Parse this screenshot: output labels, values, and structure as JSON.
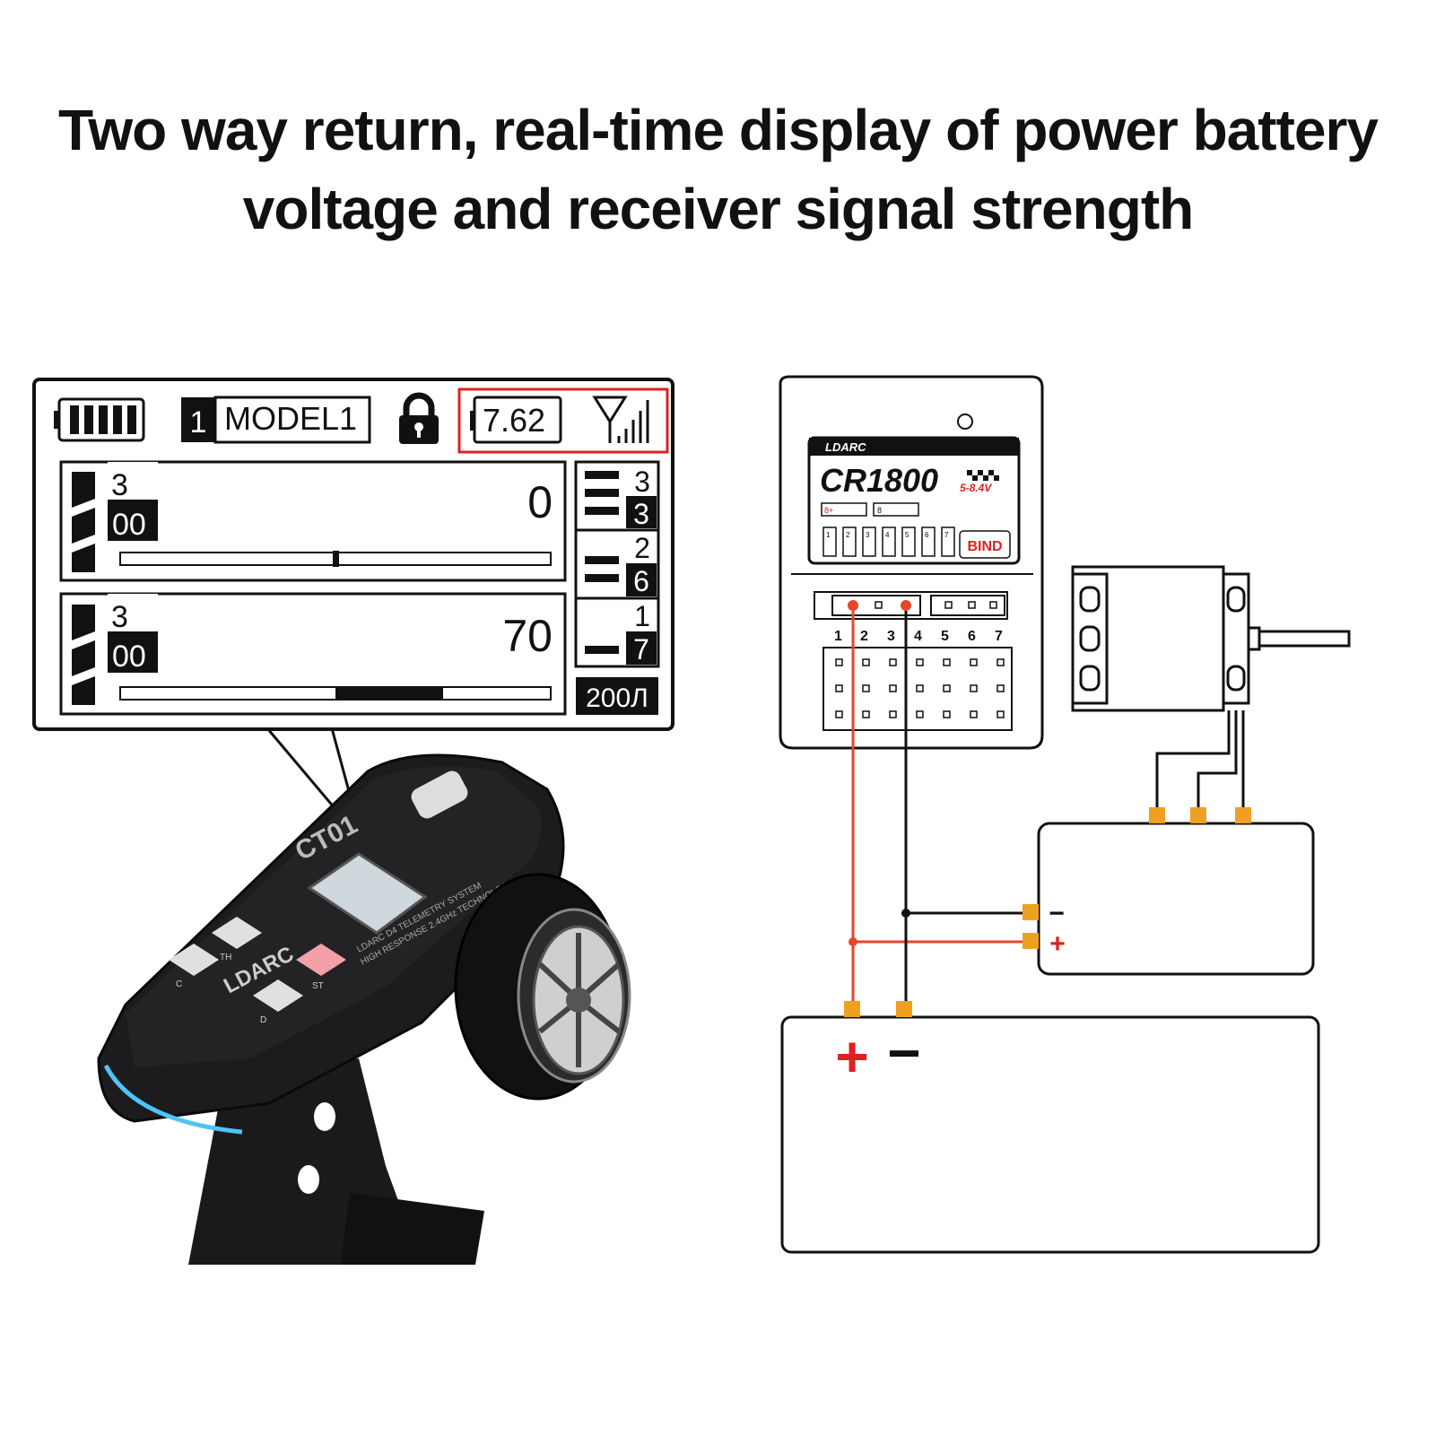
{
  "headline": {
    "line1": "Two way return, real-time display of power battery",
    "line2": "voltage and receiver signal strength"
  },
  "screen": {
    "model_number": "1",
    "model_name": "MODEL1",
    "voltage": "7.62",
    "channel1": {
      "label_top": "3",
      "label_bottom": "00",
      "value": "0",
      "trim_fraction": 0.5
    },
    "channel2": {
      "label_top": "3",
      "label_bottom": "00",
      "value": "70",
      "fill_fraction": 0.25
    },
    "side_stack": [
      {
        "top": "3",
        "bottom": "3"
      },
      {
        "top": "2",
        "bottom": "6"
      },
      {
        "top": "1",
        "bottom": "7"
      }
    ],
    "side_footer": "200Л"
  },
  "transmitter": {
    "model": "CT01",
    "brand": "LDARC",
    "button_th": "TH",
    "button_c": "C",
    "button_st": "ST",
    "button_d": "D",
    "subtitle_1": "LDARC D4 TELEMETRY SYSTEM",
    "subtitle_2": "HIGH RESPONSE 2.4GHz TECHNOLOGY"
  },
  "receiver": {
    "brand": "LDARC",
    "model": "CR1800",
    "voltage_range": "5-8.4V",
    "bind_label": "BIND",
    "mini_label_1": "8+",
    "mini_label_2": "8",
    "pin_numbers": [
      "1",
      "2",
      "3",
      "4",
      "5",
      "6",
      "7"
    ],
    "small_channels": [
      "1",
      "2",
      "3",
      "4",
      "5",
      "6",
      "7"
    ]
  },
  "esc": {
    "minus": "−",
    "plus": "+"
  },
  "battery": {
    "plus": "+",
    "minus": "−"
  },
  "colors": {
    "red_wire": "#e8452a",
    "black_wire": "#111111",
    "connector": "#f0a020",
    "highlight_box": "#e02020"
  }
}
